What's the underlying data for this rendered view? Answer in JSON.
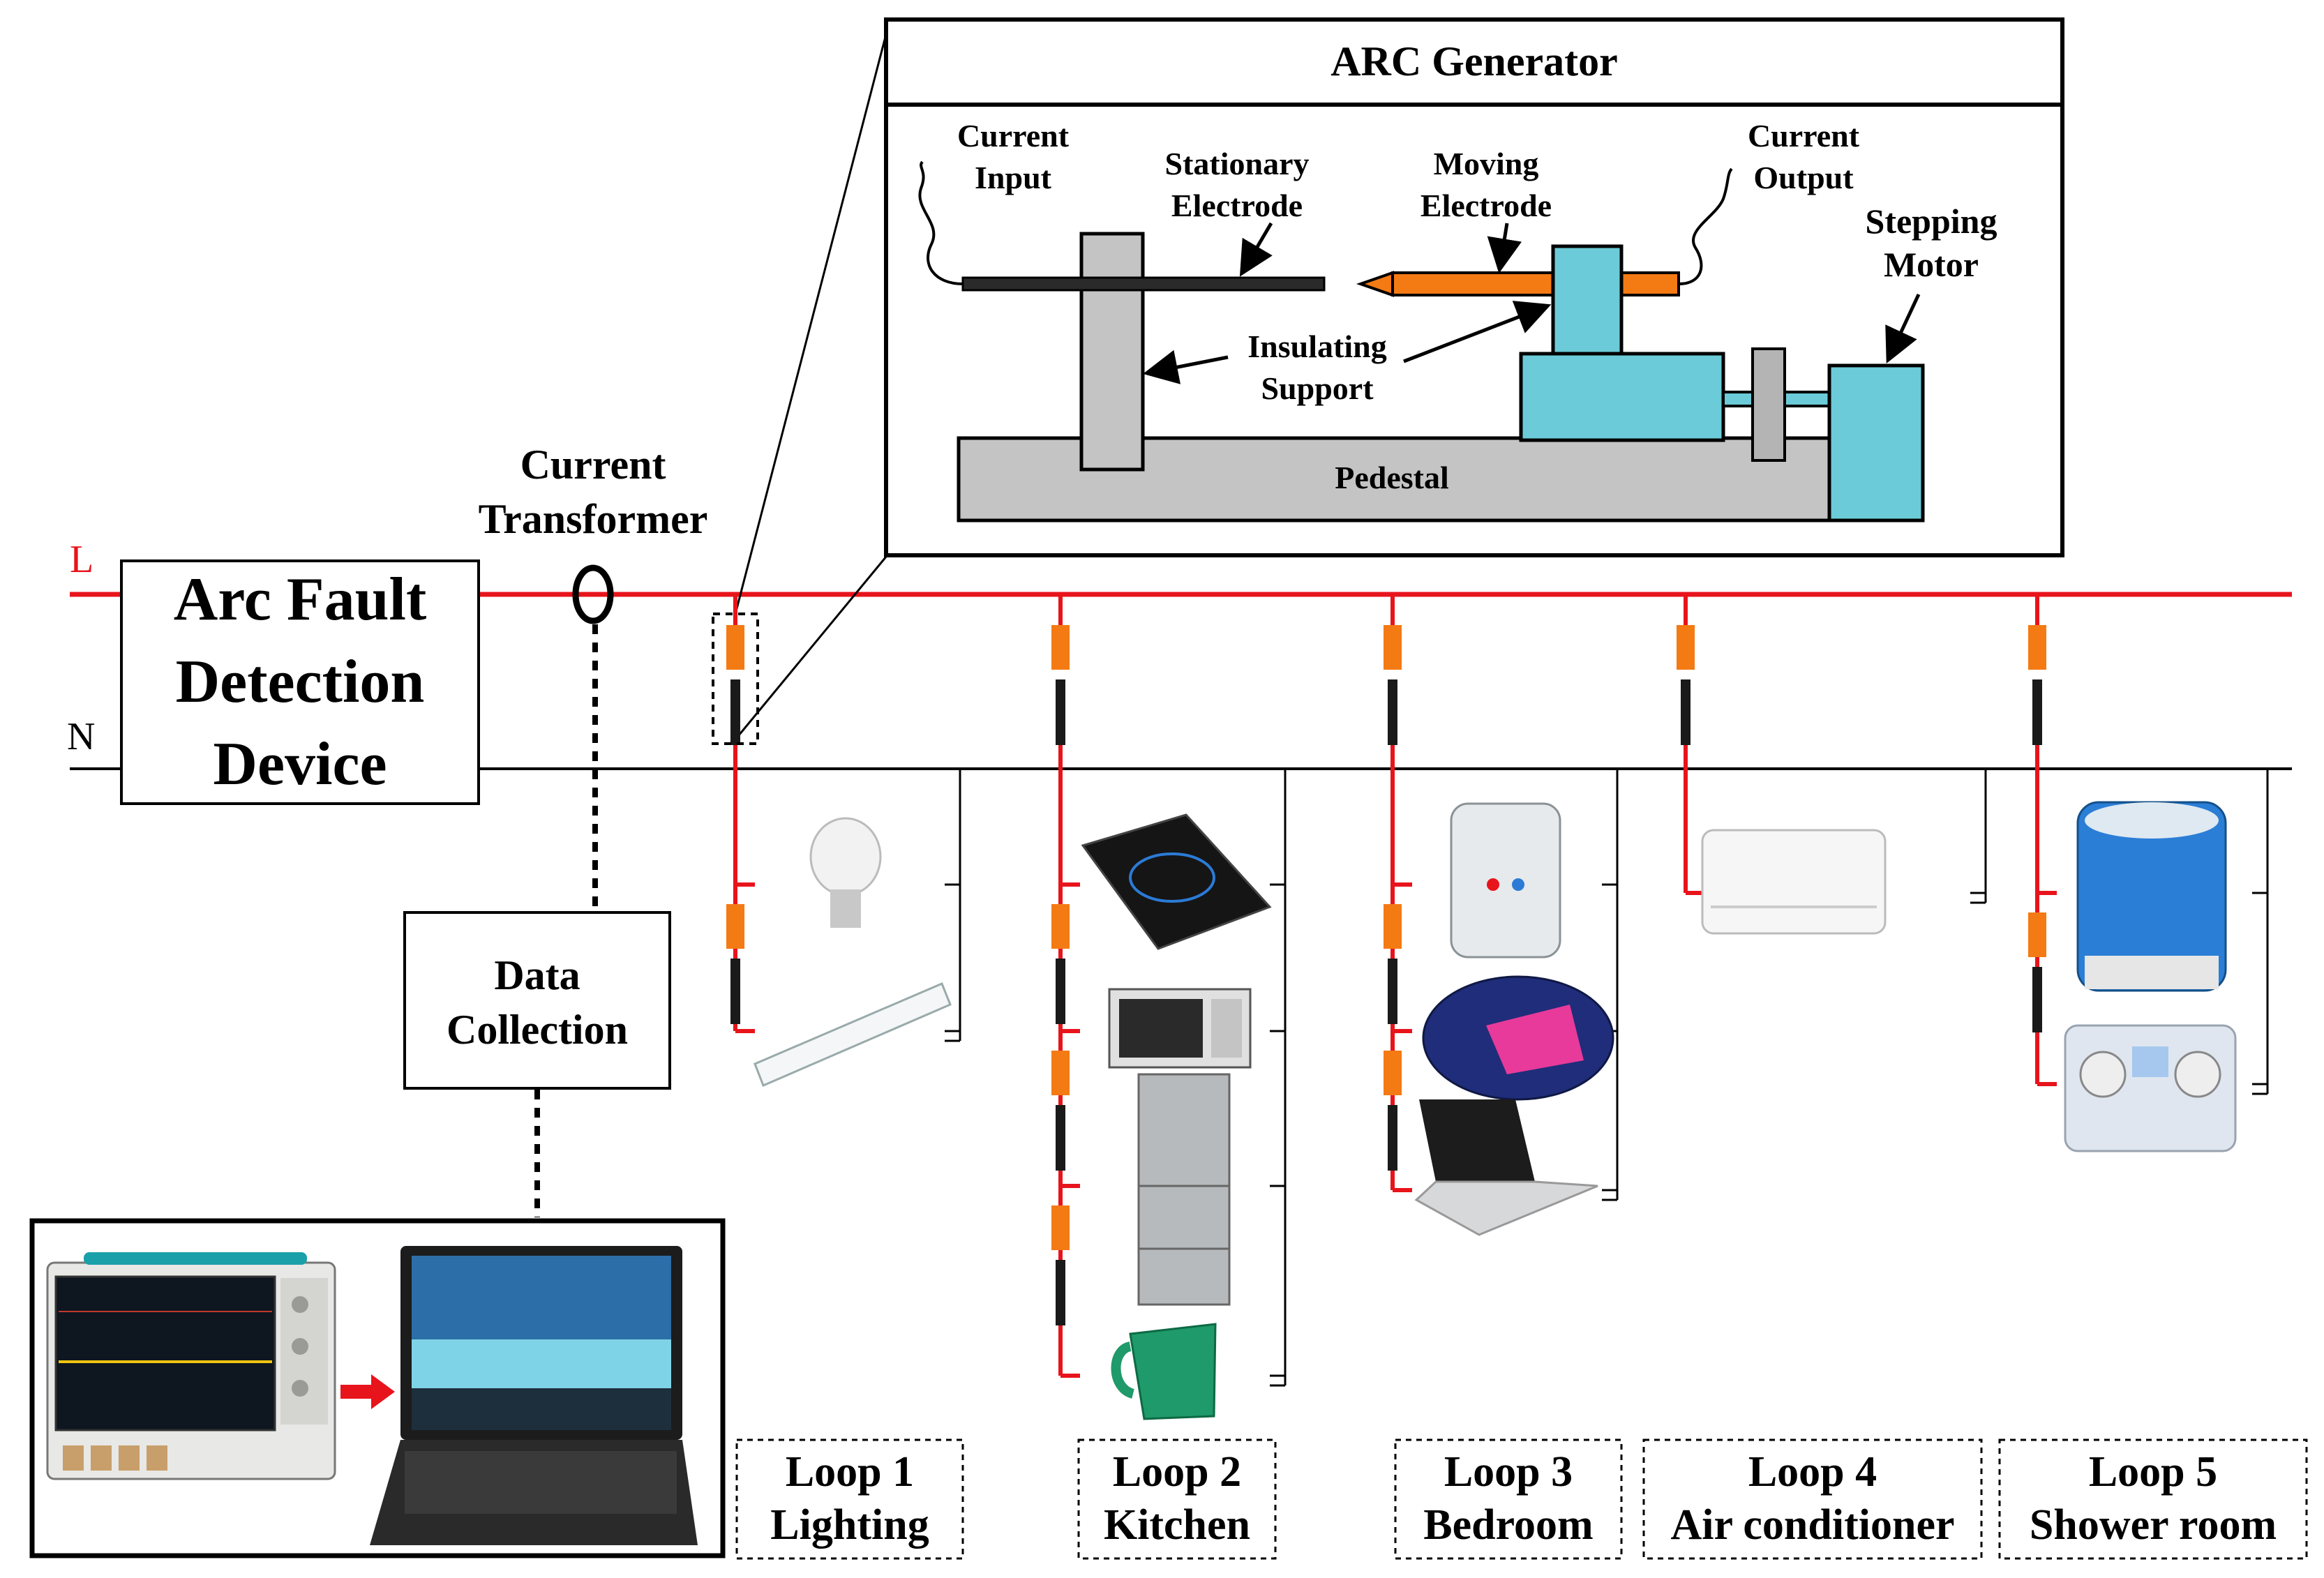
{
  "diagram": {
    "line_labels": {
      "L": "L",
      "N": "N"
    },
    "afdd_lines": [
      "Arc Fault",
      "Detection",
      "Device"
    ],
    "ct_lines": [
      "Current",
      "Transformer"
    ],
    "data_collection_lines": [
      "Data",
      "Collection"
    ],
    "arc_generator": {
      "title": "ARC Generator",
      "current_input": [
        "Current",
        "Input"
      ],
      "stationary_electrode": [
        "Stationary",
        "Electrode"
      ],
      "moving_electrode": [
        "Moving",
        "Electrode"
      ],
      "current_output": [
        "Current",
        "Output"
      ],
      "stepping_motor": [
        "Stepping",
        "Motor"
      ],
      "insulating_support": [
        "Insulating",
        "Support"
      ],
      "pedestal": "Pedestal"
    },
    "loops": [
      {
        "name": "Loop 1",
        "room": "Lighting"
      },
      {
        "name": "Loop 2",
        "room": "Kitchen"
      },
      {
        "name": "Loop 3",
        "room": "Bedroom"
      },
      {
        "name": "Loop 4",
        "room": "Air conditioner"
      },
      {
        "name": "Loop 5",
        "room": "Shower room"
      }
    ],
    "appliances": {
      "loop1": [
        "light-bulb",
        "led-strip"
      ],
      "loop2": [
        "induction-cooker",
        "microwave-oven",
        "refrigerator",
        "electric-kettle"
      ],
      "loop3": [
        "water-dispenser",
        "vacuum-cleaner",
        "laptop"
      ],
      "loop4": [
        "air-conditioner"
      ],
      "loop5": [
        "washing-machine",
        "bathroom-heater"
      ],
      "acquisition": [
        "oscilloscope",
        "laptop"
      ]
    },
    "colors": {
      "live_wire": "#e8141c",
      "neutral_wire": "#000000",
      "arc_orange": "#f47a14",
      "motor_cyan": "#6ccbd8",
      "pedestal_gray": "#c4c4c4",
      "arrow_red": "#e8141c"
    }
  }
}
